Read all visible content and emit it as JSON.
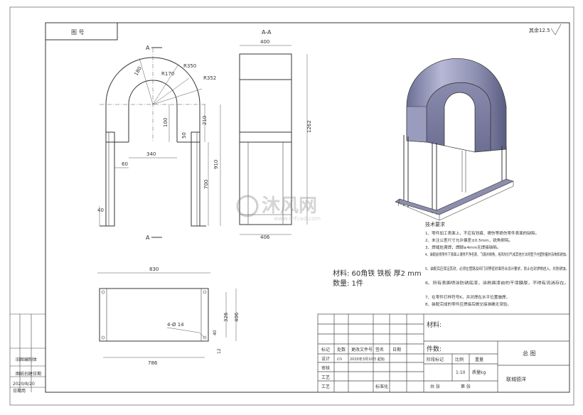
{
  "sheet": {
    "top_left_label": "图 号",
    "roughness": "其余12.5",
    "section_label": "A-A",
    "cut_A1": "A",
    "cut_A2": "A"
  },
  "front_view": {
    "dims": {
      "r170": "R170",
      "r350": "R350",
      "r352": "R352",
      "d180": "180",
      "d100": "100",
      "d210": "210",
      "d340": "340",
      "d50": "50",
      "d60": "60",
      "d910": "910",
      "d700": "700",
      "d40": "40"
    }
  },
  "side_view": {
    "dims": {
      "d400": "400",
      "d1262": "1262",
      "d406": "406"
    }
  },
  "top_view": {
    "dims": {
      "d830": "830",
      "d786": "786",
      "d326": "326",
      "d406": "406",
      "d40": "40",
      "d12": "12",
      "hole": "4-Ø 14"
    }
  },
  "material_note": {
    "line1": "材料: 60角铁  铁板 厚2 mm",
    "line2": "数量: 1件"
  },
  "watermark": {
    "text": "沐风网",
    "url": "www.mfcad.com"
  },
  "tech_req": {
    "title": "技术要求",
    "items": [
      "1、零件加工表面上，不应有划痕、擦伤等损伤零件表面的缺陷。",
      "2、未注公差尺寸允许偏差±0.5mm，锐角倒钝。",
      "3、焊缝处满焊，焊脚≥4mm无焊接缺陷。",
      "4、装配前将零件下表面上清除干净毛刺、飞溅并倒角，用风吹扫气或其他方法将管子内壁附着的杂物和锈蚀。",
      "5、装配后应保证其封，必须在管路及阀门间等密封面符合设计要求，防止在封渗物进入，并防锈蚀。",
      "6、所有表面喷涂防锈底漆，涂刷面漆前的干漆膜厚，不得有流淌存在。",
      "7、在零件打样符号K，并对焊在水平位置施焊。",
      "8、装配完成的零件应焊接后做交接准确无误验。"
    ]
  },
  "left_margin": {
    "label1": "旧图编制体",
    "label2": "图纸创建日期",
    "date": "2020/8/20",
    "author": "日期用"
  },
  "title_block": {
    "material_label": "材料:",
    "material_value": "",
    "part_label": "件数:",
    "drawing_name": "总 图",
    "company": "联城德洋",
    "rows": {
      "r1": [
        "标记",
        "处数",
        "更改文件号",
        "签名",
        "日期"
      ],
      "r2": [
        "设计",
        "cn",
        "2020年3月10日 起始",
        "",
        ""
      ],
      "r3": [
        "审核",
        "",
        "",
        "",
        ""
      ],
      "r4": [
        "工艺",
        "",
        "",
        "",
        ""
      ],
      "r5": [
        "工艺",
        "",
        "标准化",
        "",
        ""
      ]
    },
    "stage_label": "阶段标记",
    "weight_label": "重量",
    "scale_label": "比例",
    "weight_value": "质量kg",
    "scale_value": "1:10",
    "sheet_total": "共    张",
    "sheet_no": "第    张"
  }
}
